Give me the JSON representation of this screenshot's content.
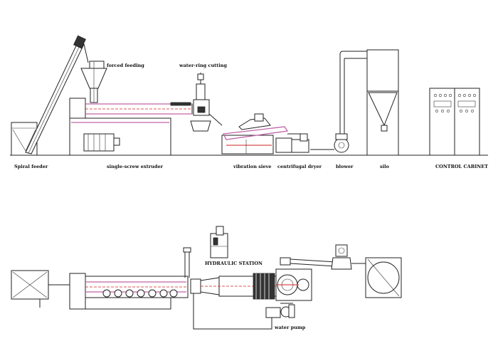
{
  "labels": {
    "spiral_feeder": "Spiral feeder",
    "forced_feeding": "forced feeding",
    "water_ring_cutting": "water-ring cutting",
    "single_screw_extruder": "single-screw extruder",
    "vibration_sieve": "vibration sieve",
    "centrifugal_dryer": "centrifugal dryer",
    "blower": "blower",
    "silo": "silo",
    "control_cabinet": "CONTROL CABINET",
    "hydraulic_station": "HYDRAULIC STATION",
    "water_pump": "water pump"
  },
  "colors": {
    "line": "#222222",
    "accent_pink": "#c064a8",
    "accent_red": "#d02020"
  }
}
